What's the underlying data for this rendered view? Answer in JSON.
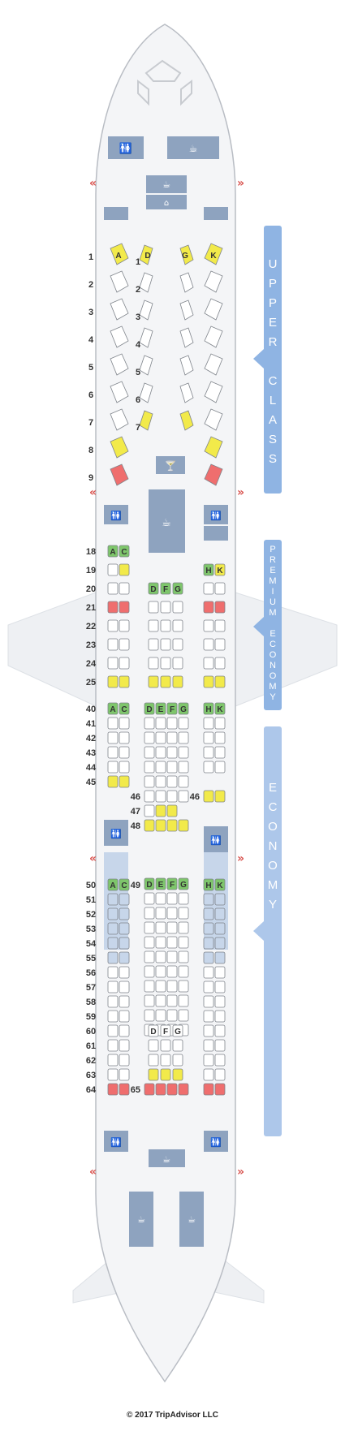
{
  "colors": {
    "fuselage": "#f4f5f7",
    "outline": "#b9bdc4",
    "facility": "#8ea3bf",
    "cabin_band": "#c7d6ea",
    "class_panel": "#8fb4e3",
    "seat_normal": "#ffffff",
    "seat_good": "#7ec66b",
    "seat_mixed": "#f2ea4a",
    "seat_bad": "#ef6e6e",
    "exit": "#d9534f"
  },
  "icons": {
    "lavatory": "lavatory-icon",
    "galley": "galley-icon",
    "closet": "closet-icon",
    "bassinet": "bassinet-icon",
    "bar": "bar-icon",
    "exit": "exit-arrow-icon"
  },
  "cabins": {
    "upper": {
      "label": "UPPER CLASS"
    },
    "premium": {
      "label": "PREMIUM ECONOMY"
    },
    "economy": {
      "label": "ECONOMY"
    }
  },
  "upper_class": {
    "rows_left": [
      "1",
      "2",
      "3",
      "4",
      "5",
      "6",
      "7",
      "8",
      "9"
    ],
    "rows_center": [
      "1",
      "2",
      "3",
      "4",
      "5",
      "6",
      "7"
    ],
    "letters": {
      "left": "A",
      "center1": "D",
      "center2": "G",
      "right": "K"
    }
  },
  "premium_rows": [
    "18",
    "19",
    "20",
    "21",
    "22",
    "23",
    "24",
    "25"
  ],
  "premium_letters": {
    "a": "A",
    "c": "C",
    "d": "D",
    "f": "F",
    "g": "G",
    "h": "H",
    "k": "K"
  },
  "economy_rows_front": [
    "40",
    "41",
    "42",
    "43",
    "44",
    "45"
  ],
  "economy_rows_center_extra": {
    "r46": "46",
    "r47": "47",
    "r48": "48",
    "r46_right": "46"
  },
  "economy_rows_rear": [
    "50",
    "51",
    "52",
    "53",
    "54",
    "55",
    "56",
    "57",
    "58",
    "59",
    "60",
    "61",
    "62",
    "63",
    "64"
  ],
  "rear_center_labels": {
    "r49": "49",
    "r65": "65"
  },
  "economy_letters": {
    "a": "A",
    "c": "C",
    "d": "D",
    "e": "E",
    "f": "F",
    "g": "G",
    "h": "H",
    "k": "K"
  },
  "footer": {
    "copyright": "© 2017 TripAdvisor LLC"
  }
}
